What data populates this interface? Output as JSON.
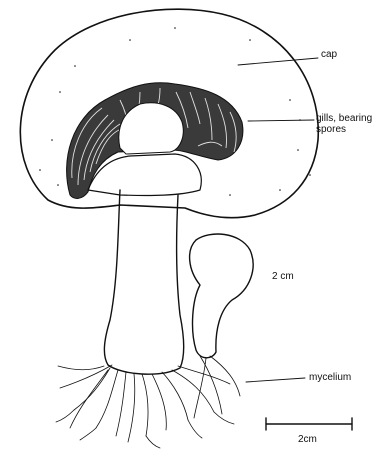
{
  "labels": {
    "cap": "cap",
    "gills_line1": "gills, bearing",
    "gills_line2": "spores",
    "young_size": "2 cm",
    "mycelium": "mycelium",
    "scale_bar": "2cm"
  },
  "colors": {
    "ink": "#111111",
    "gill_fill": "#3a3a3a",
    "background": "#ffffff"
  }
}
